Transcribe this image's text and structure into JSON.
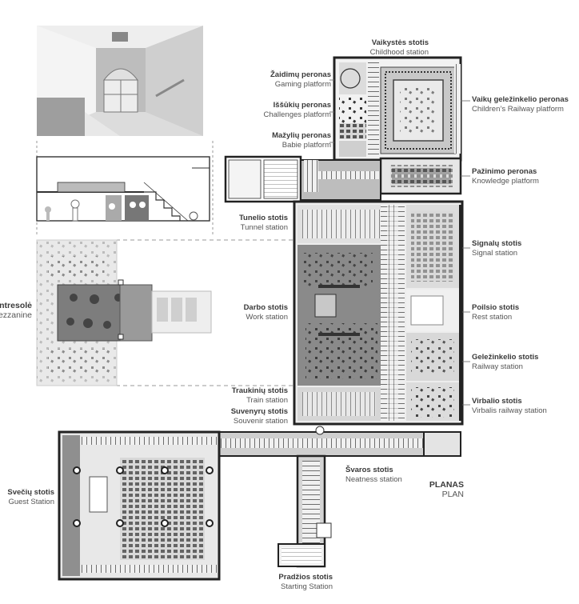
{
  "labels": {
    "childhood": {
      "title": "Vaikystės stotis",
      "sub": "Childhood station"
    },
    "gaming": {
      "title": "Žaidimų peronas",
      "sub": "Gaming platform"
    },
    "challenges": {
      "title": "Iššūkių peronas",
      "sub": "Challenges platform"
    },
    "babie": {
      "title": "Mažylių peronas",
      "sub": "Babie platform"
    },
    "childrens_railway": {
      "title": "Vaikų geležinkelio peronas",
      "sub": "Children’s Railway platform"
    },
    "knowledge": {
      "title": "Pažinimo peronas",
      "sub": "Knowledge platform"
    },
    "tunnel": {
      "title": "Tunelio stotis",
      "sub": "Tunnel station"
    },
    "signal": {
      "title": "Signalų stotis",
      "sub": "Signal station"
    },
    "mezzanine": {
      "title": "Antresolė",
      "sub": "Mezzanine"
    },
    "work": {
      "title": "Darbo stotis",
      "sub": "Work station"
    },
    "rest": {
      "title": "Poilsio stotis",
      "sub": "Rest station"
    },
    "railway": {
      "title": "Geležinkelio stotis",
      "sub": "Railway station"
    },
    "train": {
      "title": "Traukinių stotis",
      "sub": "Train station"
    },
    "virbalio": {
      "title": "Virbalio stotis",
      "sub": "Virbalis railway station"
    },
    "souvenir": {
      "title": "Suvenyrų stotis",
      "sub": "Souvenir station"
    },
    "neatness": {
      "title": "Švaros stotis",
      "sub": "Neatness station"
    },
    "plan": {
      "title": "PLANAS",
      "sub": "PLAN"
    },
    "guest": {
      "title": "Svečių stotis",
      "sub": "Guest Station"
    },
    "starting": {
      "title": "Pradžios stotis",
      "sub": "Starting Station"
    }
  },
  "colors": {
    "wall": "#2b2b2b",
    "dark_zone": "#8a8a8a",
    "mid_zone": "#c4c4c4",
    "light_zone": "#e6e6e6",
    "track": "#3a3a3a",
    "faded": "#d8d8d8"
  }
}
